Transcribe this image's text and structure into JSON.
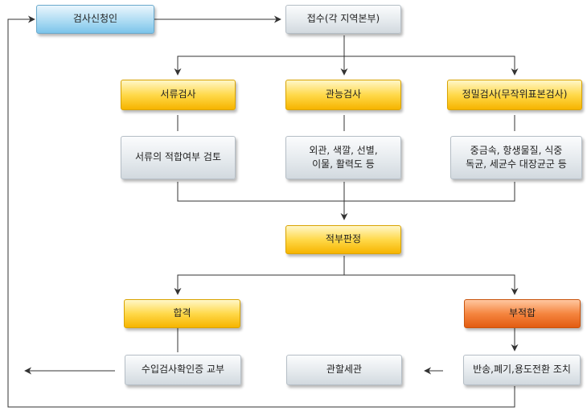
{
  "nodes": {
    "applicant": "검사신청인",
    "reception": "접수(각 지역본부)",
    "document_inspection": "서류검사",
    "sensory_inspection": "관능검사",
    "precision_inspection": "정밀검사(무작위표본검사)",
    "document_detail": "서류의 적합여부 검토",
    "sensory_detail": "외관, 색깔, 선별,\n이물, 활력도 등",
    "precision_detail": "중금속, 항생물질, 식중\n독균, 세균수 대장균군 등",
    "judgment": "적부판정",
    "pass": "합격",
    "fail": "부적합",
    "certificate_issue": "수입검사확인증 교부",
    "customs": "관할세관",
    "disposal": "반송,폐기,용도전환 조치"
  },
  "colors": {
    "applicant": "#7cc4ea",
    "step": "#f6b400",
    "fail": "#e25c12",
    "detail": "#d2d9df",
    "line": "#333333"
  }
}
